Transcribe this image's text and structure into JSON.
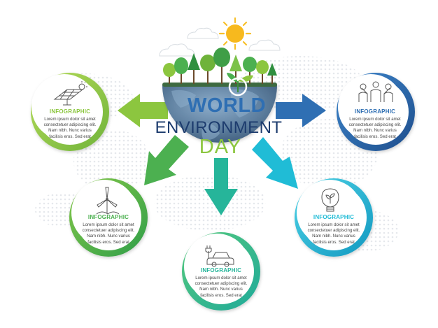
{
  "title": {
    "line1": "WORLD",
    "line2": "ENVIRONMENT",
    "line3": "DAY"
  },
  "colors": {
    "green_light": "#8cc63f",
    "green": "#4cb050",
    "teal": "#26b59a",
    "cyan": "#20bcd6",
    "blue": "#2f6fb3",
    "navy": "#1d3c6e",
    "sun": "#f7c02b",
    "earth": "#6a89a8",
    "map_dot": "#e3e6ea"
  },
  "cards": [
    {
      "label": "INFOGRAPHIC",
      "body_lines": [
        "Lorem ipsum dolor sit amet",
        "consectetuer adipiscing elit.",
        "Nam nibh. Nunc varius",
        "facilisis eros. Sed erat"
      ],
      "icon": "solar-panel-icon",
      "accent": "#8cc63f"
    },
    {
      "label": "INFOGRAPHIC",
      "body_lines": [
        "Lorem ipsum dolor sit amet",
        "consectetuer adipiscing elit.",
        "Nam nibh. Nunc varius",
        "facilisis eros. Sed erat"
      ],
      "icon": "family-icon",
      "accent": "#2f6fb3"
    },
    {
      "label": "INFOGRAPHIC",
      "body_lines": [
        "Lorem ipsum dolor sit amet",
        "consectetuer adipiscing elit.",
        "Nam nibh. Nunc varius",
        "facilisis eros. Sed erat"
      ],
      "icon": "wind-turbine-icon",
      "accent": "#4cb050"
    },
    {
      "label": "INFOGRAPHIC",
      "body_lines": [
        "Lorem ipsum dolor sit amet",
        "consectetuer adipiscing elit.",
        "Nam nibh. Nunc varius",
        "facilisis eros. Sed erat"
      ],
      "icon": "electric-car-icon",
      "accent": "#26b59a"
    },
    {
      "label": "INFOGRAPHIC",
      "body_lines": [
        "Lorem ipsum dolor sit amet",
        "consectetuer adipiscing elit.",
        "Nam nibh. Nunc varius",
        "facilisis eros. Sed erat"
      ],
      "icon": "eco-lightbulb-icon",
      "accent": "#20bcd6"
    }
  ]
}
